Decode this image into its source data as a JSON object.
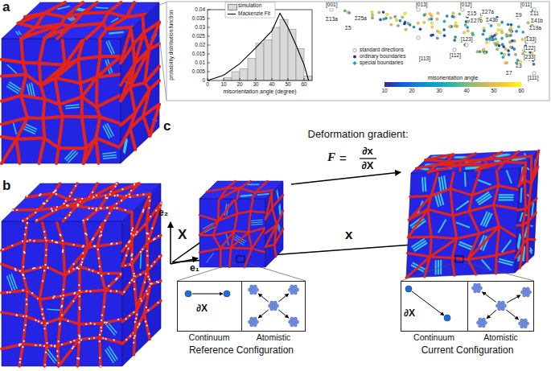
{
  "diagram": {
    "nodes": [
      {
        "text": [
          "Reference Configuration"
        ]
      },
      {
        "text": [
          "∂X",
          "Continuum"
        ],
        "in": 0
      },
      {
        "text": [
          "Atomistic"
        ],
        "in": 0
      },
      {
        "text": [
          "Current Configuration"
        ]
      },
      {
        "text": [
          "∂X",
          "Continuum"
        ],
        "in": 3
      },
      {
        "text": [
          "Atomistic"
        ],
        "in": 3
      }
    ],
    "labels": [
      "a",
      "b",
      "c",
      "probability distribution function",
      "0",
      "0.005",
      "0.01",
      "0.015",
      "0.02",
      "0.025",
      "0.03",
      "0.035",
      "0.04",
      "0",
      "10",
      "20",
      "30",
      "40",
      "50",
      "60",
      "misorientation angle (degree)",
      "[001]",
      "Σ13a",
      "Σ25a",
      "Σ5",
      "[013]",
      "[012]",
      "Σ15",
      "Σ27a",
      "Σ27b",
      "Σ43b",
      "[011]",
      "Σ9",
      "Σ11",
      "Σ41b",
      "Σ19a",
      "[113]",
      "[123]",
      "[133]",
      "[122]",
      "[112]",
      "[233]",
      "Σ3",
      "Σ7",
      "[111]",
      "misorientation angle",
      "10",
      "20",
      "30",
      "40",
      "50",
      "60",
      "Deformation gradient:",
      "F",
      "=",
      "∂x",
      "∂X",
      "e₁",
      "e₂",
      "X",
      "x"
    ],
    "legend": [
      {
        "text": "simulation",
        "color": "#d9d9d9"
      },
      {
        "text": "Mackenzie Fit"
      },
      {
        "text": "standard directions"
      },
      {
        "text": "ordinary boundaries"
      },
      {
        "text": "special boundaries"
      }
    ]
  }
}
